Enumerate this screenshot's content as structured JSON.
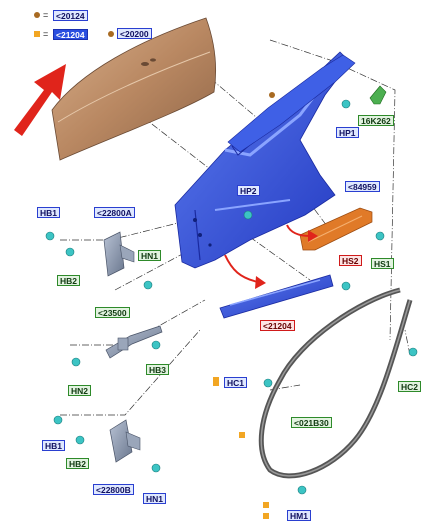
{
  "legend": {
    "dot_code": "<20124",
    "square_code": "<21204",
    "equals": "=",
    "dot_color": "#a86a22",
    "square_color": "#f2a623"
  },
  "labels": {
    "door_skin": "<20200",
    "tape": "16K262",
    "hp1": "HP1",
    "hp2": "HP2",
    "guard": "<84959",
    "hs1": "HS1",
    "hs2": "HS2",
    "beam": "<21204",
    "hb1_top": "HB1",
    "hinge_upper": "<22800A",
    "hn1_top": "HN1",
    "hb2_top": "HB2",
    "check_strap": "<23500",
    "hn2": "HN2",
    "hb3": "HB3",
    "hc1": "HC1",
    "hc2": "HC2",
    "weatherstrip": "<021B30",
    "hb1_bottom": "HB1",
    "hb2_bottom": "HB2",
    "hinge_lower": "<22800B",
    "hn1_bottom": "HN1",
    "hm1": "HM1"
  },
  "colors": {
    "door_frame": "#3355dd",
    "door_skin": "#b98862",
    "guard": "#e07a28",
    "fastener": "#3cc4c4",
    "hinge": "#8a96ac",
    "weatherstrip": "#555555",
    "arrow": "#e0241b"
  }
}
